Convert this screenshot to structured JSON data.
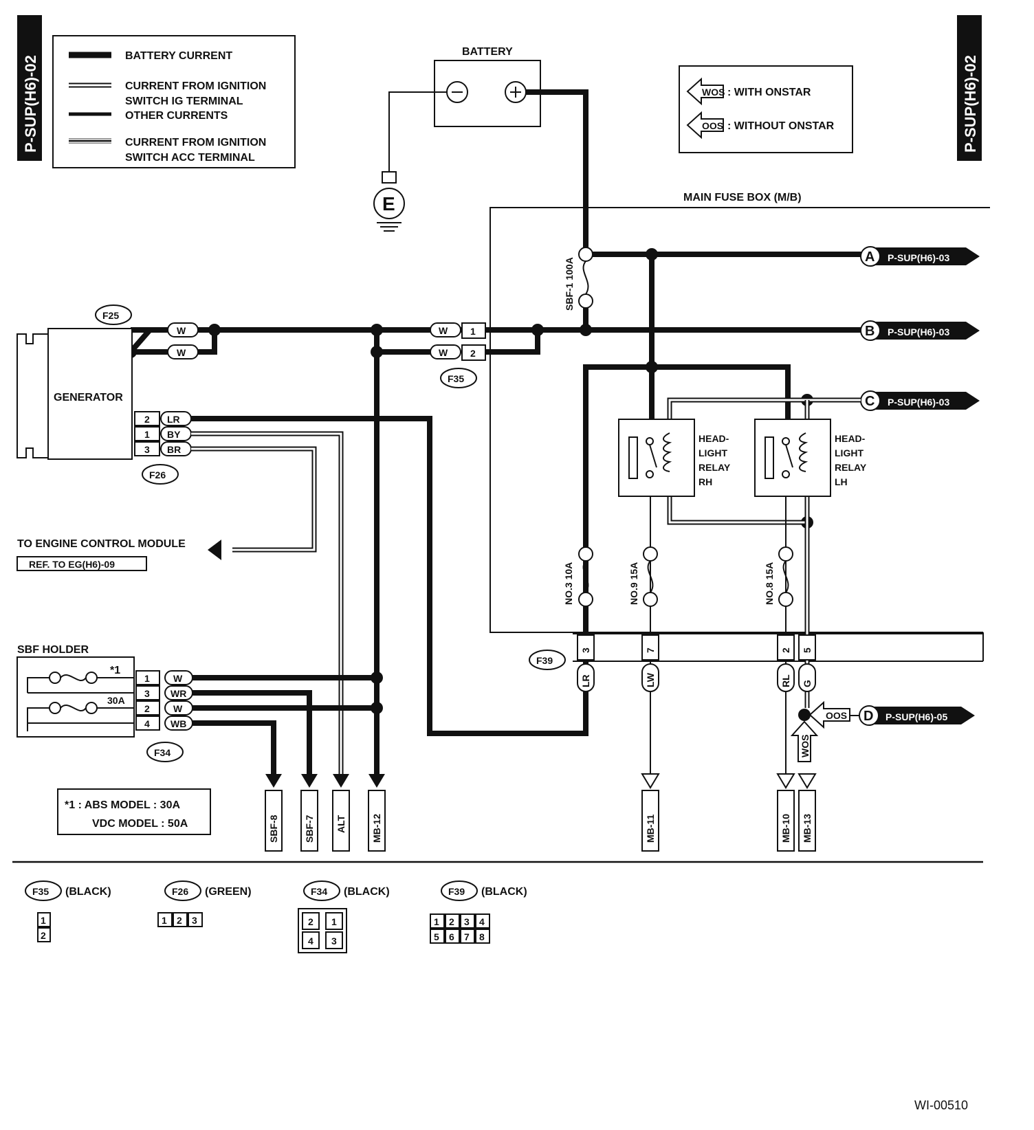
{
  "page_codes": {
    "left": "P-SUP(H6)-02",
    "right": "P-SUP(H6)-02"
  },
  "legend": {
    "battery_current": "BATTERY CURRENT",
    "ig_line1": "CURRENT FROM IGNITION",
    "ig_line2": "SWITCH IG TERMINAL",
    "other": "OTHER CURRENTS",
    "acc_line1": "CURRENT FROM IGNITION",
    "acc_line2": "SWITCH ACC TERMINAL"
  },
  "onstar_legend": {
    "wos_tag": "WOS",
    "wos_text": ": WITH ONSTAR",
    "oos_tag": "OOS",
    "oos_text": ": WITHOUT ONSTAR"
  },
  "battery": {
    "label": "BATTERY",
    "minus": "−",
    "plus": "+"
  },
  "ground": {
    "label": "E"
  },
  "main_fuse_box": "MAIN FUSE BOX (M/B)",
  "fuses": {
    "sbf1": "SBF-1 100A",
    "no3": "NO.3 10A",
    "no9": "NO.9 15A",
    "no8": "NO.8 15A"
  },
  "refs": {
    "A": {
      "letter": "A",
      "target": "P-SUP(H6)-03"
    },
    "B": {
      "letter": "B",
      "target": "P-SUP(H6)-03"
    },
    "C": {
      "letter": "C",
      "target": "P-SUP(H6)-03"
    },
    "D": {
      "letter": "D",
      "target": "P-SUP(H6)-05"
    }
  },
  "generator": {
    "label": "GENERATOR",
    "connector_f25": "F25",
    "connector_f26": "F26"
  },
  "f25_wires": [
    "W",
    "W"
  ],
  "f35": {
    "id": "F35",
    "pins": [
      "1",
      "2"
    ],
    "wires": [
      "W",
      "W"
    ]
  },
  "f26_pins": [
    {
      "pin": "2",
      "wire": "LR"
    },
    {
      "pin": "1",
      "wire": "BY"
    },
    {
      "pin": "3",
      "wire": "BR"
    }
  ],
  "relays": {
    "rh": [
      "HEAD-",
      "LIGHT",
      "RELAY",
      "RH"
    ],
    "lh": [
      "HEAD-",
      "LIGHT",
      "RELAY",
      "LH"
    ]
  },
  "ecm": {
    "label": "TO ENGINE CONTROL MODULE",
    "ref": "REF. TO EG(H6)-09"
  },
  "sbf_holder": {
    "label": "SBF HOLDER",
    "star_mark": "*1",
    "amp": "30A",
    "connector": "F34",
    "pins": [
      {
        "pin": "1",
        "wire": "W"
      },
      {
        "pin": "3",
        "wire": "WR"
      },
      {
        "pin": "2",
        "wire": "W"
      },
      {
        "pin": "4",
        "wire": "WB"
      }
    ]
  },
  "f39": {
    "id": "F39",
    "pins": [
      {
        "pin": "3",
        "wire": "LR"
      },
      {
        "pin": "7",
        "wire": "LW"
      },
      {
        "pin": "2",
        "wire": "RL"
      },
      {
        "pin": "5",
        "wire": "G"
      }
    ]
  },
  "onstar_tags": {
    "oos": "OOS",
    "wos": "WOS"
  },
  "terminals": [
    "SBF-8",
    "SBF-7",
    "ALT",
    "MB-12",
    "MB-11",
    "MB-10",
    "MB-13"
  ],
  "note": {
    "line1": "*1 :  ABS MODEL   : 30A",
    "line2": "VDC MODEL   : 50A"
  },
  "connectors_legend": [
    {
      "id": "F35",
      "color": "(BLACK)",
      "pins": [
        "1",
        "2"
      ]
    },
    {
      "id": "F26",
      "color": "(GREEN)",
      "pins": [
        "1",
        "2",
        "3"
      ]
    },
    {
      "id": "F34",
      "color": "(BLACK)",
      "pins": [
        "2",
        "1",
        "4",
        "3"
      ]
    },
    {
      "id": "F39",
      "color": "(BLACK)",
      "pins": [
        "1",
        "2",
        "3",
        "4",
        "5",
        "6",
        "7",
        "8"
      ]
    }
  ],
  "figure_code": "WI-00510"
}
